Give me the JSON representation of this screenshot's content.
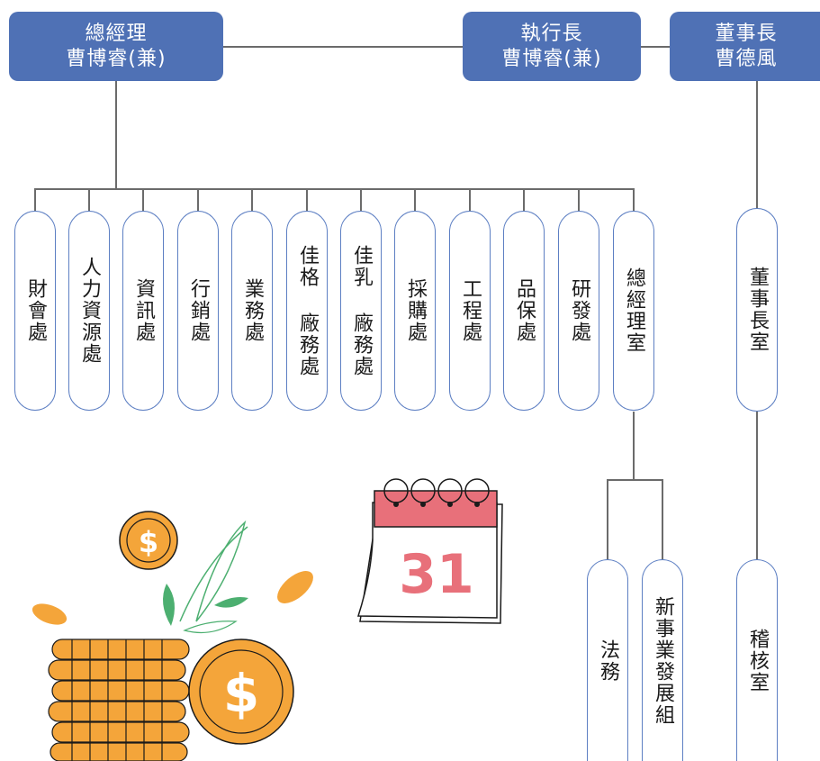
{
  "headers": {
    "gm": {
      "title": "總經理",
      "name": "曹博睿(兼)"
    },
    "ceo": {
      "title": "執行長",
      "name": "曹博睿(兼)"
    },
    "chair": {
      "title": "董事長",
      "name": "曹德風"
    }
  },
  "departments": [
    "財會處",
    "人力資源處",
    "資訊處",
    "行銷處",
    "業務處",
    "佳格 廠務處",
    "佳乳 廠務處",
    "採購處",
    "工程處",
    "品保處",
    "研發處",
    "總經理室"
  ],
  "gm_office_units": [
    "法務",
    "新事業發展組"
  ],
  "chair_units": [
    "董事長室",
    "稽核室"
  ],
  "calendar": {
    "day": "31"
  },
  "coin_symbol": "$",
  "colors": {
    "header": "#4f71b5",
    "pill_border": "#5d7fc3",
    "coin": "#f4a53a",
    "calendar": "#e8707a",
    "leaf": "#4caf70"
  }
}
